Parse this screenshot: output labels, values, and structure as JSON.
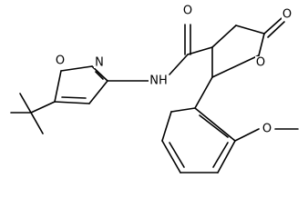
{
  "molecule": {
    "atom_labels": {
      "isoxazole_o": "O",
      "isoxazole_n": "N",
      "amide_nh": "NH",
      "amide_o": "O",
      "lactone_ring_o": "O",
      "lactone_carbonyl_o": "O",
      "methoxy_o": "O"
    },
    "colors": {
      "bond": "#000000",
      "text": "#000000",
      "background": "#ffffff"
    }
  }
}
